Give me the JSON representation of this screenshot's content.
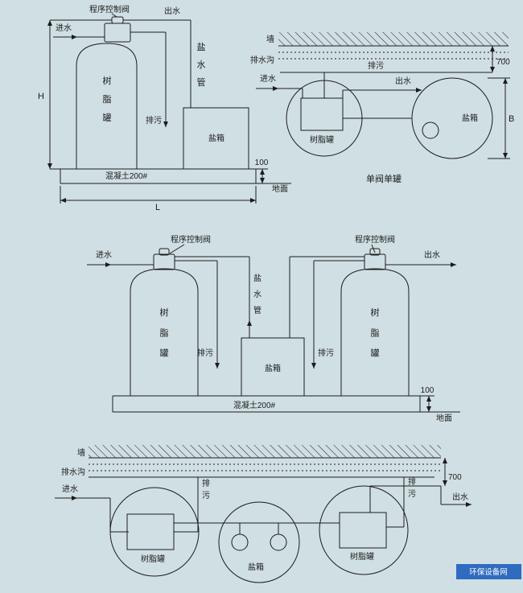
{
  "colors": {
    "background": "#d0dfe3",
    "line": "#1c1c1c",
    "watermark_bg": "#2f6bbf",
    "watermark_text": "#ffffff"
  },
  "elevation_single": {
    "valve_label": "程序控制阀",
    "outlet": "出水",
    "inlet": "进水",
    "resin_tank": "树脂罐",
    "brine_pipe": "盐水管",
    "drain": "排污",
    "salt_box": "盐箱",
    "foundation": "混凝土200#",
    "ground": "地面",
    "dim_height": "H",
    "dim_length": "L",
    "dim_slab": "100"
  },
  "plan_single": {
    "wall": "墙",
    "drain_ditch": "排水沟",
    "inlet": "进水",
    "drain": "排污",
    "outlet": "出水",
    "resin_tank": "树脂罐",
    "salt_box": "盐箱",
    "dim_wall": "700",
    "dim_width": "B",
    "caption": "单阀单罐"
  },
  "elevation_double": {
    "valve_label": "程序控制阀",
    "inlet": "进水",
    "outlet": "出水",
    "resin_tank": "树脂罐",
    "brine_pipe": "盐水管",
    "drain": "排污",
    "salt_box": "盐箱",
    "foundation": "混凝土200#",
    "ground": "地面",
    "dim_slab": "100"
  },
  "plan_double": {
    "wall": "墙",
    "drain_ditch": "排水沟",
    "inlet": "进水",
    "drain": "排污",
    "outlet": "出水",
    "resin_tank": "树脂罐",
    "salt_box": "盐箱",
    "dim_wall": "700"
  },
  "watermark": {
    "text": "环保设备网"
  }
}
